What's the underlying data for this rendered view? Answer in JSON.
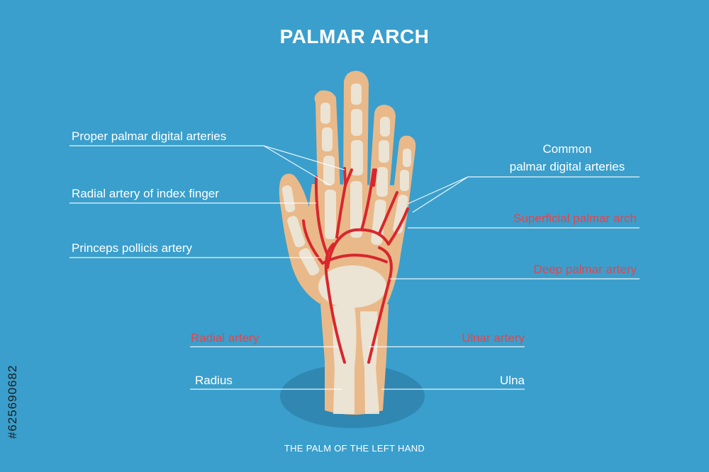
{
  "title": "PALMAR ARCH",
  "caption": "THE PALM OF THE LEFT HAND",
  "stock_id": "#625690682",
  "colors": {
    "background": "#3a9fcc",
    "skin": "#e9b98a",
    "skin_shadow": "#d6a274",
    "bone": "#e8e4d6",
    "artery": "#d8262d",
    "red_label": "#e8434b",
    "leader_line": "#ffffff"
  },
  "labels": {
    "proper_palmar_digital_arteries": "Proper palmar digital arteries",
    "radial_artery_of_index_finger": "Radial artery of index finger",
    "princeps_pollicis_artery": "Princeps pollicis artery",
    "common_palmar_digital_arteries_line1": "Common",
    "common_palmar_digital_arteries_line2": "palmar digital arteries",
    "superficial_palmar_arch": "Superficial palmar arch",
    "deep_palmar_artery": "Deep palmar artery",
    "radial_artery": "Radial artery",
    "ulnar_artery": "Ulnar artery",
    "radius": "Radius",
    "ulna": "Ulna"
  }
}
